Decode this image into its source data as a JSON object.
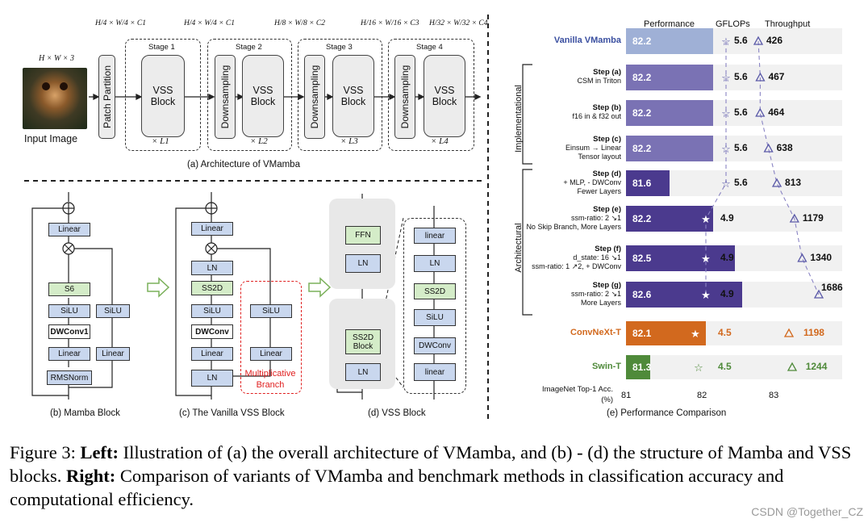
{
  "arch": {
    "input_dims": "H × W × 3",
    "input_label": "Input Image",
    "patch_partition": "Patch Partition",
    "dims": [
      "H/4 × W/4 × C1",
      "H/4 × W/4 × C1",
      "H/8 × W/8 × C2",
      "H/16 × W/16 × C3",
      "H/32 × W/32 × C4"
    ],
    "stages": [
      {
        "title": "Stage 1",
        "block": "VSS Block",
        "repeat": "× L1"
      },
      {
        "title": "Stage 2",
        "down": "Downsampling",
        "block": "VSS Block",
        "repeat": "× L2"
      },
      {
        "title": "Stage 3",
        "down": "Downsampling",
        "block": "VSS Block",
        "repeat": "× L3"
      },
      {
        "title": "Stage 4",
        "down": "Downsampling",
        "block": "VSS Block",
        "repeat": "× L4"
      }
    ],
    "caption": "(a) Architecture of VMamba"
  },
  "mamba": {
    "linear_top": "Linear",
    "s6": "S6",
    "silu": "SiLU",
    "silu_side": "SiLU",
    "dwconv": "DWConv1",
    "linear": "Linear",
    "linear_side": "Linear",
    "norm": "RMSNorm",
    "caption": "(b) Mamba Block"
  },
  "vanilla": {
    "linear_top": "Linear",
    "ln_top": "LN",
    "ss2d": "SS2D",
    "silu": "SiLU",
    "dwconv": "DWConv",
    "linear": "Linear",
    "ln": "LN",
    "silu_side": "SiLU",
    "linear_side": "Linear",
    "mult_branch": "Multiplicative Branch",
    "caption": "(c) The Vanilla VSS Block"
  },
  "vss": {
    "ffn": "FFN",
    "ln1": "LN",
    "ss2d_block": "SS2D Block",
    "ln2": "LN",
    "detail": [
      "linear",
      "LN",
      "SS2D",
      "SiLU",
      "DWConv",
      "linear"
    ],
    "caption": "(d) VSS Block"
  },
  "perf": {
    "headers": [
      "Performance",
      "GFLOPs",
      "Throughput"
    ],
    "group_impl": "Implementational",
    "group_arch": "Architectural",
    "rows": [
      {
        "lines": [
          "Vanilla VMamba"
        ],
        "acc": "82.2",
        "gflops": "5.6",
        "tp": "426"
      },
      {
        "lines": [
          "Step (a)",
          "CSM in Triton"
        ],
        "acc": "82.2",
        "gflops": "5.6",
        "tp": "467"
      },
      {
        "lines": [
          "Step (b)",
          "f16 in & f32 out"
        ],
        "acc": "82.2",
        "gflops": "5.6",
        "tp": "464"
      },
      {
        "lines": [
          "Step (c)",
          "Einsum → Linear",
          "Tensor layout"
        ],
        "acc": "82.2",
        "gflops": "5.6",
        "tp": "638"
      },
      {
        "lines": [
          "Step (d)",
          "+ MLP, - DWConv",
          "Fewer Layers"
        ],
        "acc": "81.6",
        "gflops": "5.6",
        "tp": "813"
      },
      {
        "lines": [
          "Step (e)",
          "ssm-ratio: 2 ↘1",
          "No Skip Branch, More Layers"
        ],
        "acc": "82.2",
        "gflops": "4.9",
        "tp": "1179"
      },
      {
        "lines": [
          "Step (f)",
          "d_state: 16 ↘1",
          "ssm-ratio: 1 ↗2, + DWConv"
        ],
        "acc": "82.5",
        "gflops": "4.9",
        "tp": "1340"
      },
      {
        "lines": [
          "Step (g)",
          "ssm-ratio: 2 ↘1",
          "More Layers"
        ],
        "acc": "82.6",
        "gflops": "4.9",
        "tp": "1686"
      },
      {
        "lines": [
          "ConvNeXt-T"
        ],
        "acc": "82.1",
        "gflops": "4.5",
        "tp": "1198"
      },
      {
        "lines": [
          "Swin-T"
        ],
        "acc": "81.3",
        "gflops": "4.5",
        "tp": "1244"
      }
    ],
    "axis_title": "ImageNet Top-1 Acc. (%)",
    "ticks": [
      "81",
      "82",
      "83"
    ],
    "caption": "(e) Performance Comparison"
  },
  "chart_data": {
    "type": "bar",
    "title": "(e) Performance Comparison",
    "xlabel": "ImageNet Top-1 Acc. (%)",
    "xlim": [
      81,
      83.2
    ],
    "categories": [
      "Vanilla VMamba",
      "Step (a)",
      "Step (b)",
      "Step (c)",
      "Step (d)",
      "Step (e)",
      "Step (f)",
      "Step (g)",
      "ConvNeXt-T",
      "Swin-T"
    ],
    "series": [
      {
        "name": "Performance",
        "values": [
          82.2,
          82.2,
          82.2,
          82.2,
          81.6,
          82.2,
          82.5,
          82.6,
          82.1,
          81.3
        ]
      },
      {
        "name": "GFLOPs",
        "values": [
          5.6,
          5.6,
          5.6,
          5.6,
          5.6,
          4.9,
          4.9,
          4.9,
          4.5,
          4.5
        ]
      },
      {
        "name": "Throughput",
        "values": [
          426,
          467,
          464,
          638,
          813,
          1179,
          1340,
          1686,
          1198,
          1244
        ]
      }
    ]
  },
  "colors": {
    "vmamba_light": "#9fb0d6",
    "vmamba_mid": "#7a72b4",
    "vmamba_dark": "#4b3a8e",
    "convnext": "#d2691e",
    "swin": "#4f8a3a"
  },
  "caption": {
    "prefix": "Figure 3: ",
    "left_b": "Left:",
    "left": " Illustration of (a) the overall architecture of VMamba, and (b) - (d) the structure of Mamba and VSS blocks. ",
    "right_b": "Right:",
    "right": " Comparison of variants of VMamba and benchmark methods in classification accuracy and computational efficiency."
  },
  "watermark": "CSDN @Together_CZ"
}
